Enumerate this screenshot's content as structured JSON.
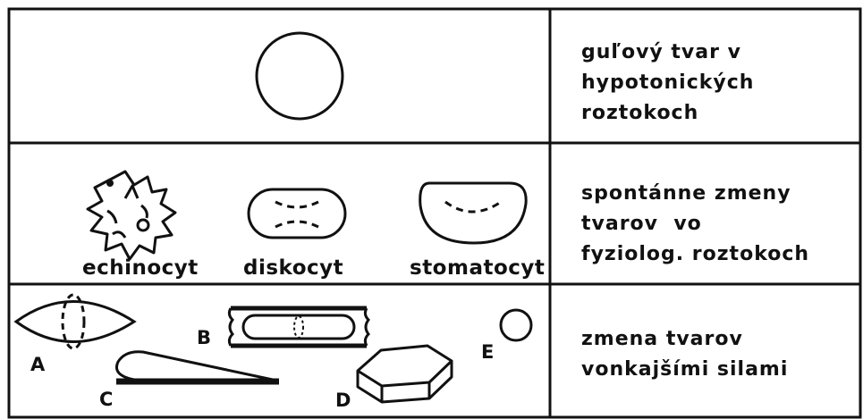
{
  "rows": [
    {
      "description_lines": [
        "guľový tvar v",
        "hypotonických",
        "roztokoch"
      ]
    },
    {
      "description_lines": [
        "spontánne zmeny",
        "tvarov  vo",
        "fyziolog. roztokoch"
      ],
      "cell_labels": [
        "echinocyt",
        "diskocyt",
        "stomatocyt"
      ]
    },
    {
      "description_lines": [
        "zmena tvarov",
        "vonkajšími silami"
      ],
      "shape_letters": [
        "A",
        "B",
        "C",
        "D",
        "E"
      ]
    }
  ]
}
